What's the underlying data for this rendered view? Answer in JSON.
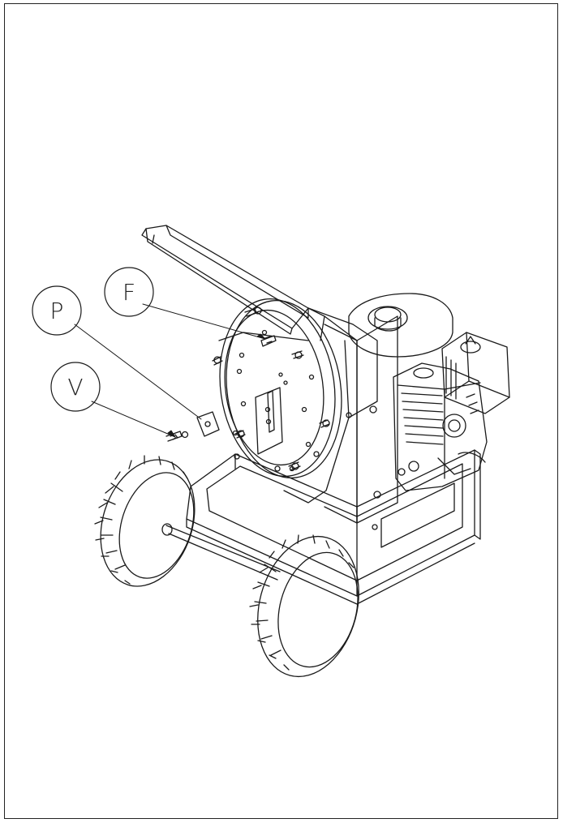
{
  "callouts": {
    "p": "P",
    "f": "F",
    "v": "V"
  },
  "colors": {
    "line": "#1a1a1a",
    "paper": "#ffffff"
  }
}
